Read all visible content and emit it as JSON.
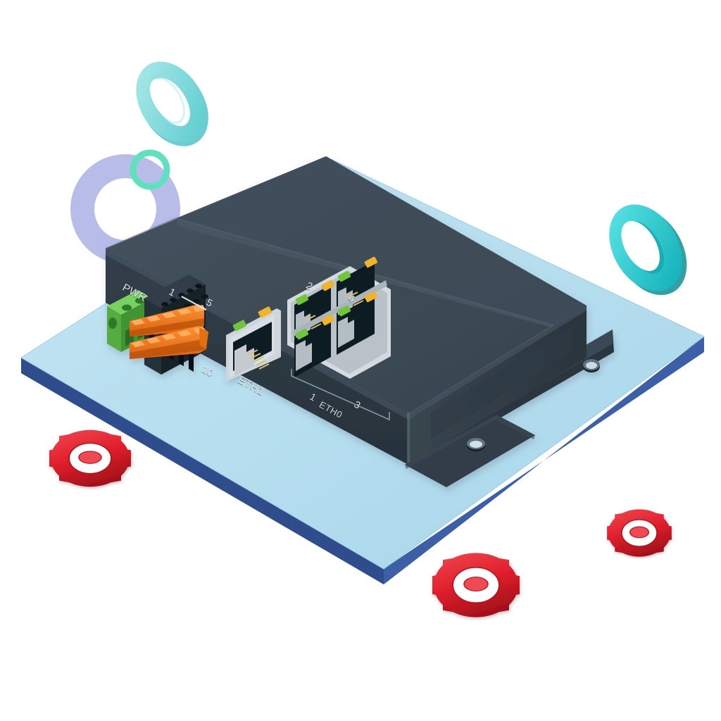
{
  "scene": {
    "kind": "isometric-3d-product-illustration",
    "subject": "industrial din-rail ethernet switch / router on a blue mounting plate",
    "background_color": "#ffffff"
  },
  "device": {
    "name": "industrial-ethernet-switch",
    "body_color": "#36434f",
    "body_top_color": "#3d4b58",
    "body_side_color": "#2b3742",
    "front_panel_color": "#2f3c47",
    "bracket_color": "#313e49",
    "panel_labels": {
      "power": "PWR",
      "terminal_range_top": "1",
      "terminal_range_top_end": "5",
      "terminal_range_bottom": "10",
      "eth1": "ETH1",
      "eth0_group": "ETH0"
    },
    "power_connector": {
      "name": "green-terminal-plug",
      "color": "#4aa83a",
      "pins": 2
    },
    "terminal_block": {
      "name": "io-terminal-block",
      "housing_color": "#1d242b",
      "lever_color": "#f07818",
      "rows": 2,
      "contacts_per_row": 5,
      "pin_numbers": [
        "1",
        "5",
        "10"
      ]
    },
    "ports": {
      "eth1": {
        "label": "ETH1",
        "type": "rj45",
        "led_left_color": "#6fc63a",
        "led_right_color": "#f0b429"
      },
      "eth0_block": {
        "label": "ETH0",
        "type": "rj45-quad",
        "port_numbers_top": [
          "2",
          "4"
        ],
        "port_numbers_bottom": [
          "1",
          "3"
        ],
        "led_green": "#6fc63a",
        "led_amber": "#f0b429",
        "contact_gold": "#d8c070"
      }
    },
    "mount_holes": 2
  },
  "plate": {
    "name": "mounting-plate",
    "top_color": "#b6dff0",
    "edge_color": "#3c5fa8",
    "edge_dark_color": "#2f4c8c"
  },
  "decor": {
    "rings": [
      {
        "name": "ring-cyan-top-left",
        "color": "#7fdede",
        "style": "torus-3d",
        "size": 105
      },
      {
        "name": "ring-purple-left",
        "color": "#adb3e6",
        "style": "flat",
        "size": 160
      },
      {
        "name": "ring-mint-small",
        "color": "#5fe0bf",
        "style": "flat",
        "size": 48
      },
      {
        "name": "ring-turquoise-right",
        "color": "#2ecfd4",
        "style": "torus-3d",
        "size": 115
      }
    ],
    "gears": [
      {
        "name": "gear-red-left",
        "color": "#e02b33",
        "teeth": 8,
        "size": 120
      },
      {
        "name": "gear-red-bottom",
        "color": "#e02b33",
        "teeth": 8,
        "size": 125
      },
      {
        "name": "gear-red-bottom-right",
        "color": "#e03a48",
        "teeth": 8,
        "size": 92
      }
    ]
  }
}
